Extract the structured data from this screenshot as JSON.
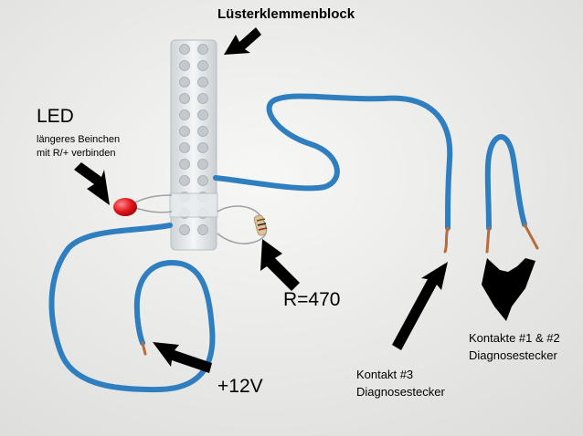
{
  "labels": {
    "block_title": "Lüsterklemmenblock",
    "led": "LED",
    "led_note_line1": "längeres Beinchen",
    "led_note_line2": "mit R/+ verbinden",
    "resistor": "R=470",
    "voltage": "+12V",
    "contact3_line1": "Kontakt #3",
    "contact3_line2": "Diagnosestecker",
    "contacts12_line1": "Kontakte #1 & #2",
    "contacts12_line2": "Diagnosestecker"
  },
  "colors": {
    "background": "#f2f2f0",
    "wire_blue": "#2f7fc0",
    "copper": "#b96b3e",
    "led_red": "#e0141a",
    "terminal_block": "#dfe3e6",
    "arrow": "#000000"
  }
}
